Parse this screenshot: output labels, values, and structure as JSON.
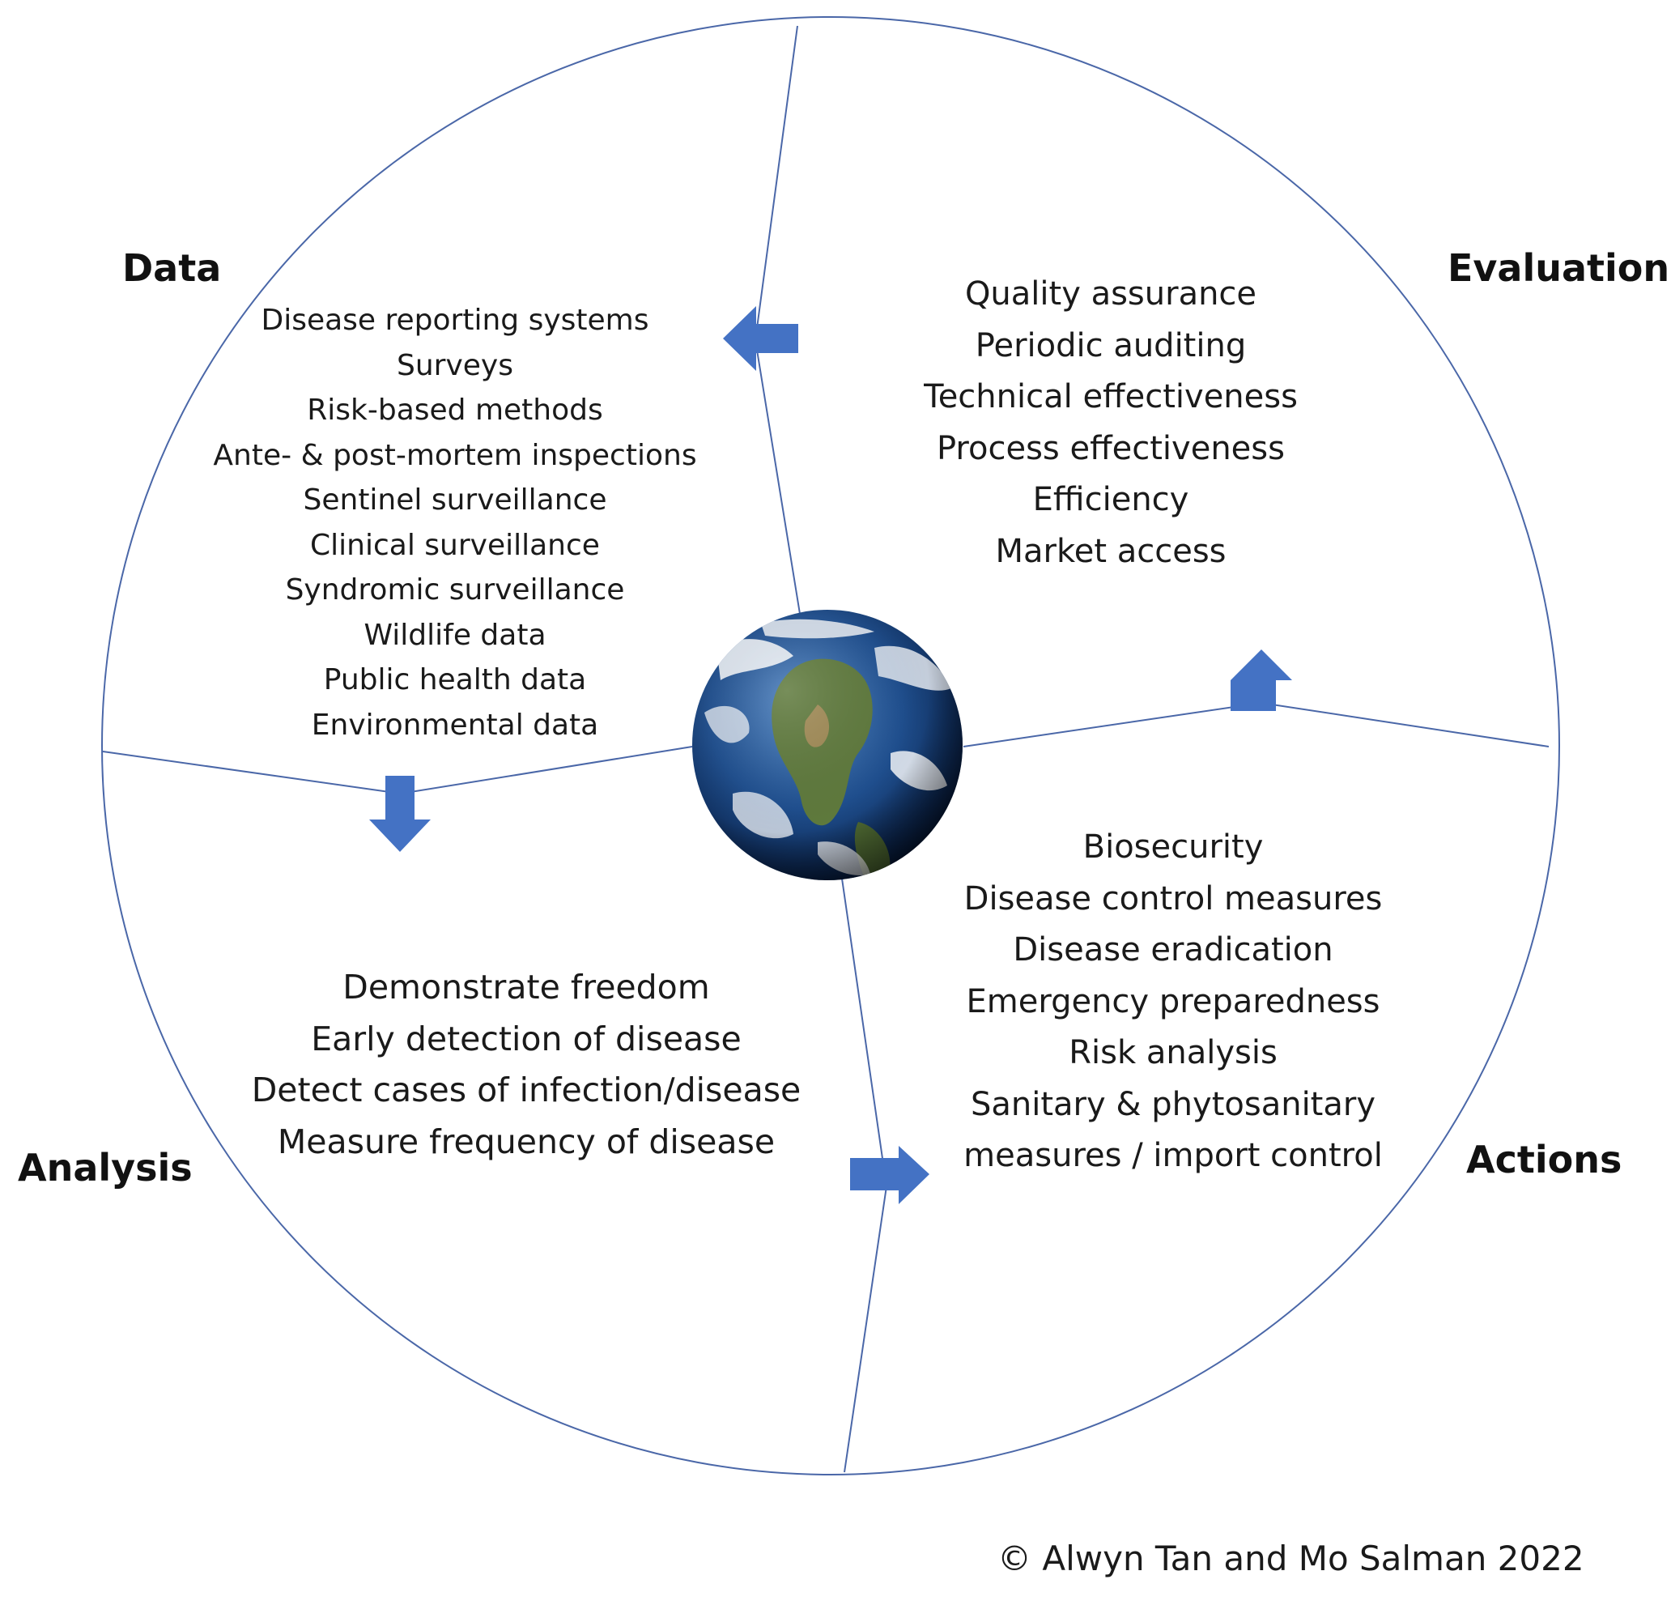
{
  "colors": {
    "circle_stroke": "#4a67a8",
    "arrow_fill": "#4472c4",
    "text": "#1a1a1a"
  },
  "center_image": "earth-globe",
  "quadrants": {
    "data": {
      "title": "Data",
      "items": [
        "Disease reporting systems",
        "Surveys",
        "Risk-based methods",
        "Ante- & post-mortem inspections",
        "Sentinel surveillance",
        "Clinical surveillance",
        "Syndromic surveillance",
        "Wildlife data",
        "Public health data",
        "Environmental data"
      ]
    },
    "evaluation": {
      "title": "Evaluation",
      "items": [
        "Quality assurance",
        "Periodic auditing",
        "Technical effectiveness",
        "Process effectiveness",
        "Efficiency",
        "Market access"
      ]
    },
    "analysis": {
      "title": "Analysis",
      "items": [
        "Demonstrate freedom",
        "Early detection of disease",
        "Detect cases of infection/disease",
        "Measure frequency of disease"
      ]
    },
    "actions": {
      "title": "Actions",
      "items": [
        "Biosecurity",
        "Disease control measures",
        "Disease eradication",
        "Emergency preparedness",
        "Risk analysis",
        "Sanitary & phytosanitary",
        "measures / import control"
      ]
    }
  },
  "arrows": [
    {
      "name": "evaluation-to-data-arrow",
      "direction": "left"
    },
    {
      "name": "data-to-analysis-arrow",
      "direction": "down"
    },
    {
      "name": "analysis-to-actions-arrow",
      "direction": "right"
    },
    {
      "name": "actions-to-evaluation-arrow",
      "direction": "up"
    }
  ],
  "copyright": "© Alwyn Tan and Mo Salman 2022"
}
